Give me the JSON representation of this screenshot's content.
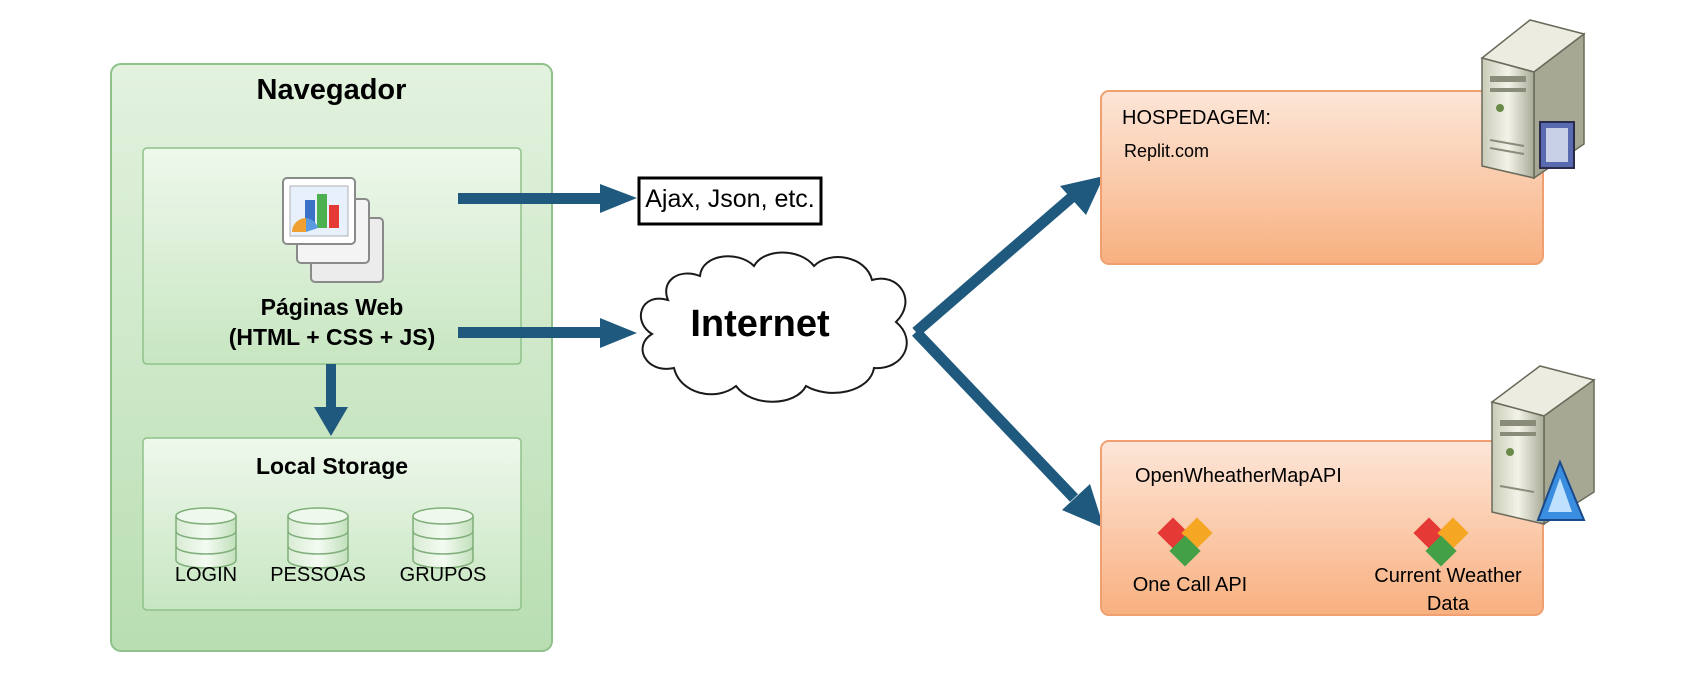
{
  "browser": {
    "title": "Navegador",
    "pages": {
      "line1": "Páginas Web",
      "line2": "(HTML + CSS + JS)"
    },
    "storage": {
      "title": "Local Storage",
      "items": [
        "LOGIN",
        "PESSOAS",
        "GRUPOS"
      ]
    }
  },
  "ajax_label": "Ajax, Json, etc.",
  "cloud_label": "Internet",
  "hosting": {
    "title": "HOSPEDAGEM:",
    "provider": "Replit.com"
  },
  "weather_api": {
    "title": "OpenWheatherMapAPI",
    "items": [
      {
        "line1": "One Call API",
        "line2": ""
      },
      {
        "line1": "Current Weather",
        "line2": "Data"
      }
    ]
  },
  "colors": {
    "green_fill": "#d4ebd0",
    "green_border": "#8fc28a",
    "orange_fill": "#fbc8a8",
    "orange_border": "#f0a070",
    "arrow": "#1f5a7e"
  }
}
